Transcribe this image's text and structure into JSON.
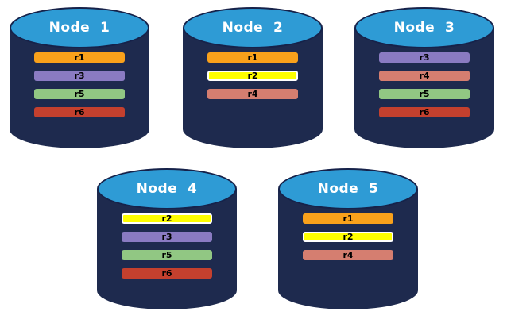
{
  "diagram": {
    "description_colors": {
      "background": "#ffffff",
      "cylinder_body": "#1E2A4E",
      "cylinder_top": "#2E9BD5",
      "cylinder_top_border": "#16224A",
      "node_label_text": "#ffffff",
      "replica_label_text": "#000000",
      "yellow_bar_border": "#ffffff"
    }
  },
  "replica_colors": {
    "r1": "#F9A11B",
    "r2": "#FFFF00",
    "r3": "#8A7BC2",
    "r4": "#D57E70",
    "r5": "#91C783",
    "r6": "#C4402E"
  },
  "nodes": [
    {
      "label": "Node  1",
      "replicas": [
        {
          "label": "r1"
        },
        {
          "label": "r3"
        },
        {
          "label": "r5"
        },
        {
          "label": "r6"
        }
      ]
    },
    {
      "label": "Node  2",
      "replicas": [
        {
          "label": "r1"
        },
        {
          "label": "r2"
        },
        {
          "label": "r4"
        }
      ]
    },
    {
      "label": "Node  3",
      "replicas": [
        {
          "label": "r3"
        },
        {
          "label": "r4"
        },
        {
          "label": "r5"
        },
        {
          "label": "r6"
        }
      ]
    },
    {
      "label": "Node  4",
      "replicas": [
        {
          "label": "r2"
        },
        {
          "label": "r3"
        },
        {
          "label": "r5"
        },
        {
          "label": "r6"
        }
      ]
    },
    {
      "label": "Node  5",
      "replicas": [
        {
          "label": "r1"
        },
        {
          "label": "r2"
        },
        {
          "label": "r4"
        }
      ]
    }
  ]
}
